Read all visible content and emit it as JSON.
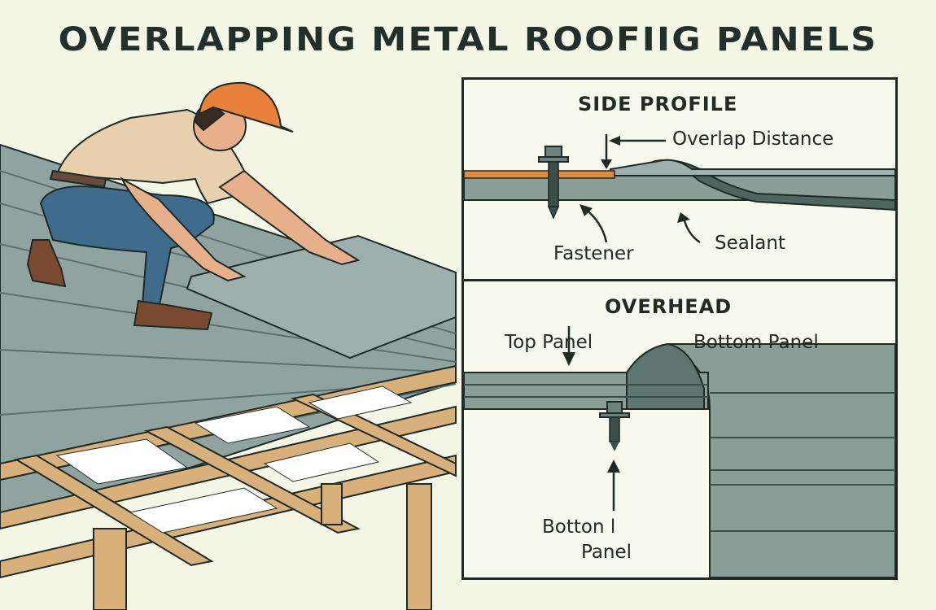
{
  "title": "OVERLAPPING METAL ROOFIIG PANELS",
  "illustration": {
    "description": "Worker in orange hard hat kneeling on corrugated metal roof, placing a panel over wooden purlins",
    "colors": {
      "hard_hat": "#e8823a",
      "shirt": "#e8cfad",
      "jeans": "#3f6c8c",
      "boots": "#7a4a30",
      "metal": "#8fa3a0",
      "wood": "#d8b07a",
      "outline": "#1f2a26"
    }
  },
  "side_profile": {
    "heading": "SIDE PROFILE",
    "labels": {
      "overlap": "Overlap Distance",
      "fastener": "Fastener",
      "sealant": "Sealant"
    },
    "colors": {
      "top_panel_edge": "#e08a3c",
      "panel": "#8a9e98",
      "panel_dark": "#4f6660"
    }
  },
  "overhead": {
    "heading": "OVERHEAD",
    "labels": {
      "top_panel": "Top Panel",
      "bottom_panel": "Bottom Panel",
      "bottom_panel_2_line1": "Botton l",
      "bottom_panel_2_line2": "Panel"
    }
  },
  "colors": {
    "background": "#f5f7e6",
    "ink": "#222a26"
  }
}
